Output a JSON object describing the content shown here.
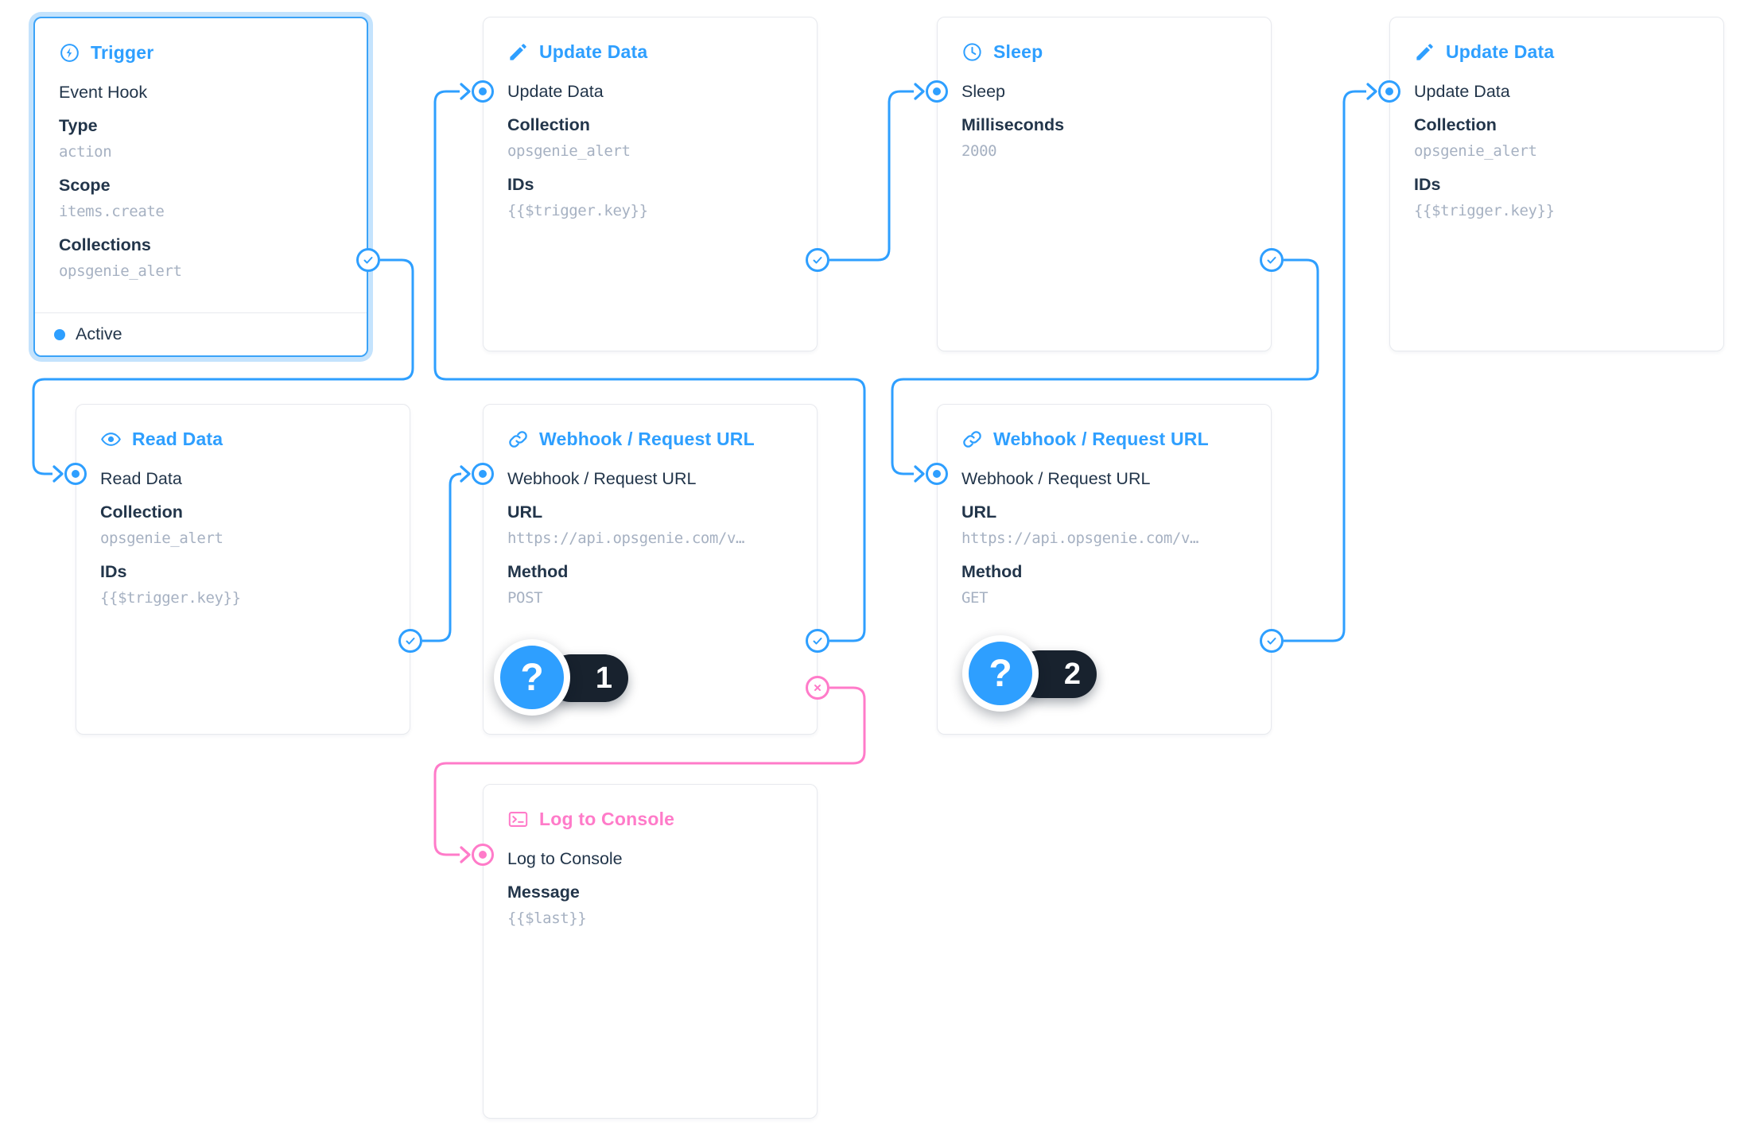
{
  "flow": {
    "colors": {
      "accent_blue": "#2E9FFF",
      "accent_pink": "#FF7BC9",
      "text": "#22354A",
      "mono_gray": "#A6B1C2",
      "card_border": "#E7E9EE",
      "badge_bg": "#18222E"
    },
    "badge_glyph": "?",
    "nodes": {
      "trigger": {
        "title": "Trigger",
        "icon": "bolt-circle-icon",
        "operation": "Event Hook",
        "fields": [
          {
            "label": "Type",
            "value": "action"
          },
          {
            "label": "Scope",
            "value": "items.create"
          },
          {
            "label": "Collections",
            "value": "opsgenie_alert"
          }
        ],
        "status": "Active"
      },
      "update_data_1": {
        "title": "Update Data",
        "icon": "edit-icon",
        "operation": "Update Data",
        "fields": [
          {
            "label": "Collection",
            "value": "opsgenie_alert"
          },
          {
            "label": "IDs",
            "value": "{{$trigger.key}}"
          }
        ]
      },
      "sleep": {
        "title": "Sleep",
        "icon": "clock-icon",
        "operation": "Sleep",
        "fields": [
          {
            "label": "Milliseconds",
            "value": "2000"
          }
        ]
      },
      "update_data_2": {
        "title": "Update Data",
        "icon": "edit-icon",
        "operation": "Update Data",
        "fields": [
          {
            "label": "Collection",
            "value": "opsgenie_alert"
          },
          {
            "label": "IDs",
            "value": "{{$trigger.key}}"
          }
        ]
      },
      "read_data": {
        "title": "Read Data",
        "icon": "eye-icon",
        "operation": "Read Data",
        "fields": [
          {
            "label": "Collection",
            "value": "opsgenie_alert"
          },
          {
            "label": "IDs",
            "value": "{{$trigger.key}}"
          }
        ]
      },
      "webhook_1": {
        "title": "Webhook / Request URL",
        "icon": "link-icon",
        "operation": "Webhook / Request URL",
        "fields": [
          {
            "label": "URL",
            "value": "https://api.opsgenie.com/v…"
          },
          {
            "label": "Method",
            "value": "POST"
          }
        ],
        "badge": "1"
      },
      "webhook_2": {
        "title": "Webhook / Request URL",
        "icon": "link-icon",
        "operation": "Webhook / Request URL",
        "fields": [
          {
            "label": "URL",
            "value": "https://api.opsgenie.com/v…"
          },
          {
            "label": "Method",
            "value": "GET"
          }
        ],
        "badge": "2"
      },
      "log_to_console": {
        "title": "Log to Console",
        "icon": "terminal-icon",
        "operation": "Log to Console",
        "fields": [
          {
            "label": "Message",
            "value": "{{$last}}"
          }
        ]
      }
    }
  }
}
